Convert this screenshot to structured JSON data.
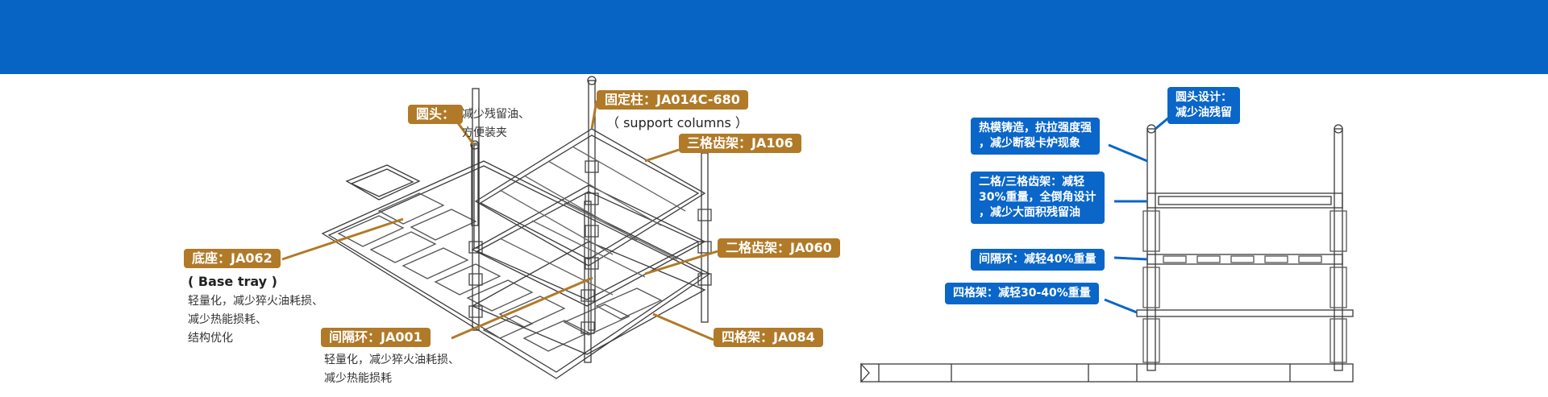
{
  "colors": {
    "banner": "#0764c4",
    "gold_tag": "#b07a28",
    "blue_tag": "#0a66c8"
  },
  "left": {
    "round_head": {
      "label": "圆头：",
      "desc": [
        "减少残留油、",
        "方便装夹"
      ]
    },
    "support": {
      "label": "固定柱：JA014C-680",
      "sub": "（ support columns ）"
    },
    "three_rack": {
      "label": "三格齿架：JA106"
    },
    "base": {
      "label": "底座：JA062",
      "sub": "( Base tray )",
      "desc": [
        "轻量化，减少猝火油耗损、",
        "减少热能损耗、",
        "结构优化"
      ]
    },
    "two_rack": {
      "label": "二格齿架：JA060"
    },
    "spacer": {
      "label": "间隔环：JA001",
      "desc": [
        "轻量化，减少猝火油耗损、",
        "减少热能损耗"
      ]
    },
    "four_rack": {
      "label": "四格架：JA084"
    }
  },
  "right": {
    "round_design": [
      "圆头设计：",
      "减少油残留"
    ],
    "forging": [
      "热模铸造，抗拉强度强",
      "，减少断裂卡炉现象"
    ],
    "racks": [
      "二格/三格齿架：减轻",
      "30%重量，全倒角设计",
      "，减少大面积残留油"
    ],
    "spacer": [
      "间隔环：减轻40%重量"
    ],
    "four_rack": [
      "四格架：减轻30-40%重量"
    ]
  }
}
